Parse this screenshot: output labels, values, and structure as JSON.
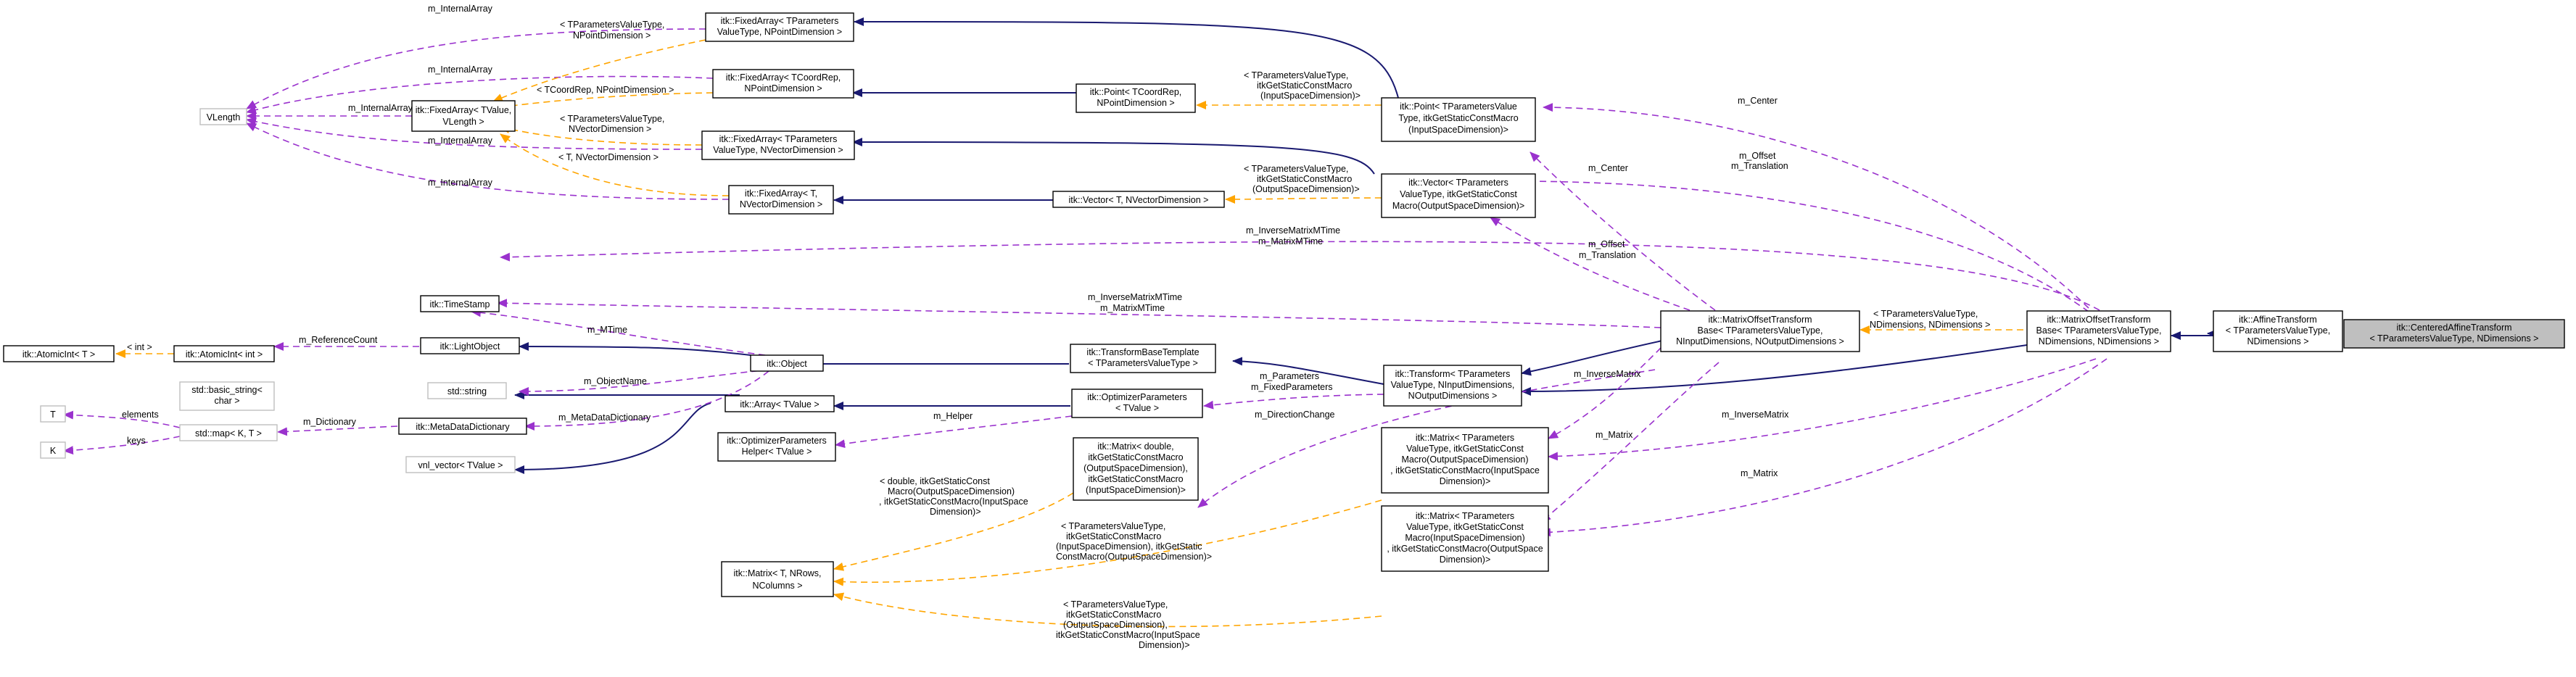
{
  "nodes": {
    "centered": [
      "itk::CenteredAffineTransform",
      "< TParametersValueType, NDimensions >"
    ],
    "affine": [
      "itk::AffineTransform",
      "< TParametersValueType,",
      "NDimensions >"
    ],
    "mot_main": [
      "itk::MatrixOffsetTransform",
      "Base< TParametersValueType,",
      "NDimensions, NDimensions >"
    ],
    "mot_io": [
      "itk::MatrixOffsetTransform",
      "Base< TParametersValueType,",
      "NInputDimensions, NOutputDimensions >"
    ],
    "transform": [
      "itk::Transform< TParameters",
      "ValueType, NInputDimensions,",
      "NOutputDimensions >"
    ],
    "tbt": [
      "itk::TransformBaseTemplate",
      "< TParametersValueType >"
    ],
    "object": [
      "itk::Object"
    ],
    "lightobject": [
      "itk::LightObject"
    ],
    "atomicint": [
      "itk::AtomicInt< int >"
    ],
    "atomicintT": [
      "itk::AtomicInt< T >"
    ],
    "timestamp": [
      "itk::TimeStamp"
    ],
    "string": [
      "std::string"
    ],
    "basicstring": [
      "std::basic_string<",
      "char >"
    ],
    "mdd": [
      "itk::MetaDataDictionary"
    ],
    "map": [
      "std::map< K, T >"
    ],
    "T": [
      "T"
    ],
    "K": [
      "K"
    ],
    "vnl": [
      "vnl_vector< TValue >"
    ],
    "array": [
      "itk::Array< TValue >"
    ],
    "optparams": [
      "itk::OptimizerParameters",
      "< TValue >"
    ],
    "opthelper": [
      "itk::OptimizerParameters",
      "Helper< TValue >"
    ],
    "matrix_double": [
      "itk::Matrix< double,",
      "itkGetStaticConstMacro",
      "(OutputSpaceDimension),",
      "itkGetStaticConstMacro",
      "(InputSpaceDimension)>"
    ],
    "matrix_generic": [
      "itk::Matrix< T, NRows,",
      "NColumns >"
    ],
    "matrix_oi": [
      "itk::Matrix< TParameters",
      "ValueType, itkGetStaticConst",
      "Macro(OutputSpaceDimension)",
      ", itkGetStaticConstMacro(InputSpace",
      "Dimension)>"
    ],
    "matrix_io": [
      "itk::Matrix< TParameters",
      "ValueType, itkGetStaticConst",
      "Macro(InputSpaceDimension)",
      ", itkGetStaticConstMacro(OutputSpace",
      "Dimension)>"
    ],
    "vector_tp": [
      "itk::Vector< TParameters",
      "ValueType, itkGetStaticConst",
      "Macro(OutputSpaceDimension)>"
    ],
    "vector_T": [
      "itk::Vector< T, NVectorDimension >"
    ],
    "point_tp": [
      "itk::Point< TParametersValue",
      "Type, itkGetStaticConstMacro",
      "(InputSpaceDimension)>"
    ],
    "point_T": [
      "itk::Point< TCoordRep,",
      "NPointDimension >"
    ],
    "fa_point_tp": [
      "itk::FixedArray< TParameters",
      "ValueType, NPointDimension >"
    ],
    "fa_point_T": [
      "itk::FixedArray< TCoordRep,",
      "NPointDimension >"
    ],
    "fa_vector_tp": [
      "itk::FixedArray< TParameters",
      "ValueType, NVectorDimension >"
    ],
    "fa_vector_T": [
      "itk::FixedArray< T,",
      "NVectorDimension >"
    ],
    "fa_generic": [
      "itk::FixedArray< TValue,",
      "VLength >"
    ],
    "vlength": [
      "VLength"
    ]
  },
  "edge_labels": {
    "internal_array": "m_InternalArray",
    "center": "m_Center",
    "offset_translation": [
      "m_Offset",
      "m_Translation"
    ],
    "inverse_mtime": [
      "m_InverseMatrixMTime",
      "m_MatrixMTime"
    ],
    "mtime": "m_MTime",
    "reference_count": "m_ReferenceCount",
    "int_tmpl": "< int >",
    "object_name": "m_ObjectName",
    "metadata_dictionary": "m_MetaDataDictionary",
    "dictionary": "m_Dictionary",
    "elements": "elements",
    "keys": "keys",
    "parameters": [
      "m_Parameters",
      "m_FixedParameters"
    ],
    "helper": "m_Helper",
    "direction_change": "m_DirectionChange",
    "inverse_matrix": "m_InverseMatrix",
    "matrix": "m_Matrix",
    "tmpl_nd": [
      "< TParametersValueType,",
      "NDimensions, NDimensions >"
    ],
    "tmpl_point_dim": [
      "< TParametersValueType,",
      "NPointDimension >"
    ],
    "tmpl_coord_point": "< TCoordRep, NPointDimension >",
    "tmpl_vector_dim": [
      "< TParametersValueType,",
      "NVectorDimension >"
    ],
    "tmpl_t_vector": "< T, NVectorDimension >",
    "tmpl_point_input": [
      "< TParametersValueType,",
      "itkGetStaticConstMacro",
      "(InputSpaceDimension)>"
    ],
    "tmpl_vector_output": [
      "< TParametersValueType,",
      "itkGetStaticConstMacro",
      "(OutputSpaceDimension)>"
    ],
    "tmpl_double": [
      "< double, itkGetStaticConst",
      "Macro(OutputSpaceDimension)",
      ", itkGetStaticConstMacro(InputSpace",
      "Dimension)>"
    ],
    "tmpl_matrix_oi": [
      "< TParametersValueType,",
      "itkGetStaticConstMacro",
      "(InputSpaceDimension), itkGetStatic",
      "ConstMacro(OutputSpaceDimension)>"
    ],
    "tmpl_matrix_io": [
      "< TParametersValueType,",
      "itkGetStaticConstMacro",
      "(OutputSpaceDimension),",
      "itkGetStaticConstMacro(InputSpace",
      "Dimension)>"
    ]
  }
}
